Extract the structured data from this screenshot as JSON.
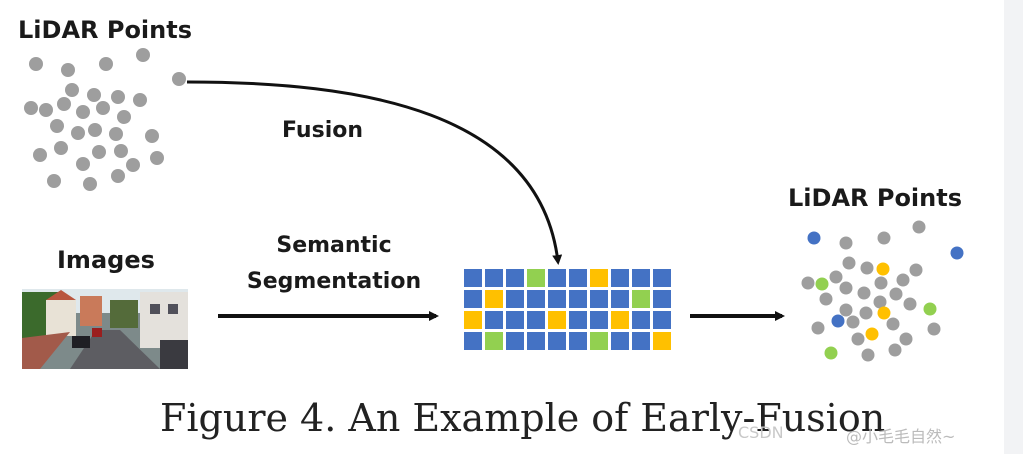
{
  "labels": {
    "lidar_points_top": "LiDAR Points",
    "fusion": "Fusion",
    "images": "Images",
    "semantic_segmentation_line1": "Semantic",
    "semantic_segmentation_line2": "Segmentation",
    "lidar_points_right": "LiDAR Points"
  },
  "caption": "Figure 4. An Example of Early-Fusion",
  "watermark": {
    "brand": "CSDN",
    "author": "@小毛毛自然~"
  },
  "colors": {
    "gray_point": "#9e9e9e",
    "blue": "#4472c4",
    "yellow": "#ffc000",
    "green": "#92d050",
    "arrow": "#111111"
  },
  "segmentation_grid": {
    "rows": 4,
    "cols": 10,
    "cells": [
      [
        "blue",
        "blue",
        "blue",
        "green",
        "blue",
        "blue",
        "yellow",
        "blue",
        "blue",
        "blue"
      ],
      [
        "blue",
        "yellow",
        "blue",
        "blue",
        "blue",
        "blue",
        "blue",
        "blue",
        "green",
        "blue"
      ],
      [
        "yellow",
        "blue",
        "blue",
        "blue",
        "yellow",
        "blue",
        "blue",
        "yellow",
        "blue",
        "blue"
      ],
      [
        "blue",
        "green",
        "blue",
        "blue",
        "blue",
        "blue",
        "green",
        "blue",
        "blue",
        "yellow"
      ]
    ]
  },
  "right_point_cloud": {
    "colored_points": [
      "blue",
      "blue",
      "blue",
      "yellow",
      "yellow",
      "yellow",
      "green",
      "green",
      "green"
    ]
  }
}
